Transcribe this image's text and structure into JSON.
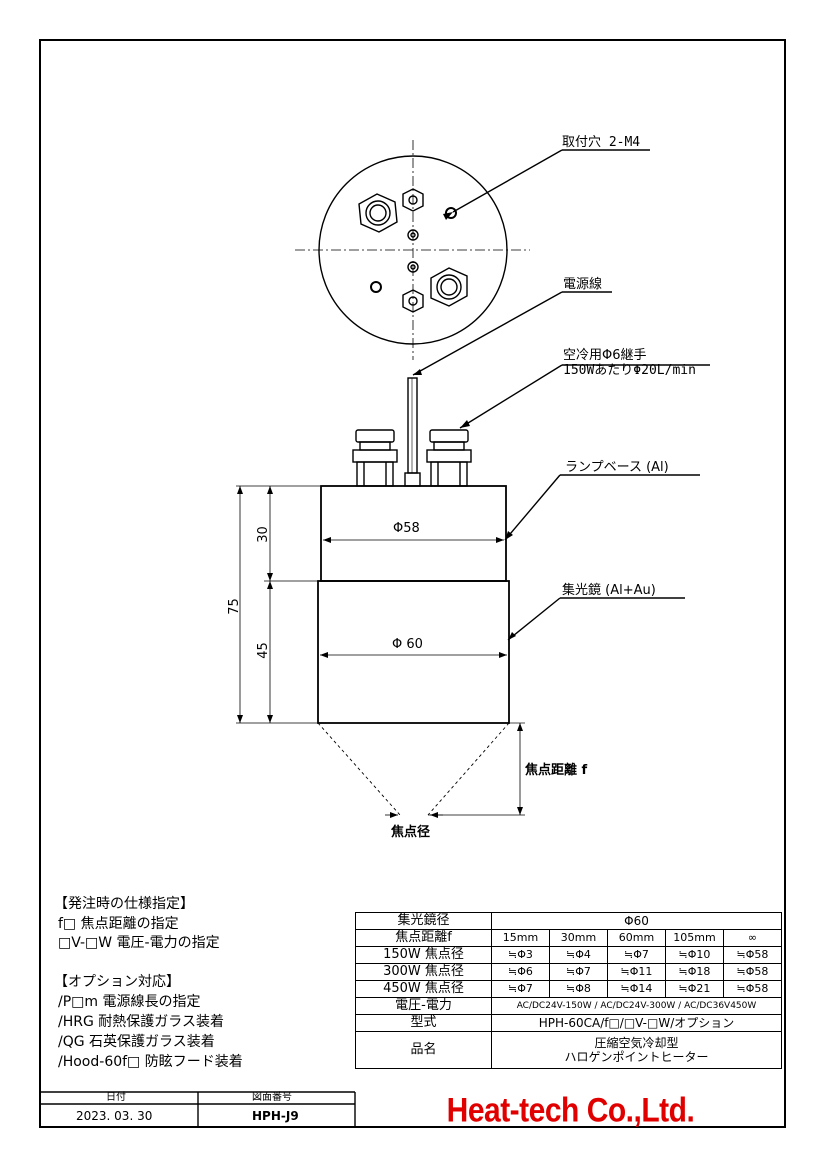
{
  "drawing_labels": {
    "mount_holes": "取付穴 2-M4",
    "power_cable": "電源線",
    "air_fitting_line1": "空冷用Φ6継手",
    "air_fitting_line2": "150WあたりΦ20L/min",
    "lamp_base": "ランプベース (Al)",
    "condenser": "集光鏡 (Al+Au)",
    "dia_58": "Φ58",
    "dia_60": "Φ 60",
    "dim_30": "30",
    "dim_45": "45",
    "dim_75": "75",
    "focal_distance": "焦点距離 f",
    "focal_diameter": "焦点径"
  },
  "order_notes": {
    "heading": "【発注時の仕様指定】",
    "line1": "f□ 焦点距離の指定",
    "line2": "□V-□W 電圧-電力の指定",
    "options_heading": "【オプション対応】",
    "opt1": "/P□m 電源線長の指定",
    "opt2": "/HRG 耐熱保護ガラス装着",
    "opt3": "/QG 石英保護ガラス装着",
    "opt4": "/Hood-60f□ 防眩フード装着"
  },
  "spec_table": {
    "mirror_label": "集光鏡径",
    "mirror_value": "Φ60",
    "focal_label": "焦点距離f",
    "focal_values": [
      "15mm",
      "30mm",
      "60mm",
      "105mm",
      "∞"
    ],
    "rows": [
      {
        "label": "150W 焦点径",
        "values": [
          "≒Φ3",
          "≒Φ4",
          "≒Φ7",
          "≒Φ10",
          "≒Φ58"
        ]
      },
      {
        "label": "300W 焦点径",
        "values": [
          "≒Φ6",
          "≒Φ7",
          "≒Φ11",
          "≒Φ18",
          "≒Φ58"
        ]
      },
      {
        "label": "450W 焦点径",
        "values": [
          "≒Φ7",
          "≒Φ8",
          "≒Φ14",
          "≒Φ21",
          "≒Φ58"
        ]
      }
    ],
    "voltage_label": "電圧-電力",
    "voltage_value": "AC/DC24V-150W / AC/DC24V-300W / AC/DC36V450W",
    "model_label": "型式",
    "model_value": "HPH-60CA/f□/□V-□W/オプション",
    "product_label": "品名",
    "product_line1": "圧縮空気冷却型",
    "product_line2": "ハロゲンポイントヒーター"
  },
  "title_block": {
    "date_label": "日付",
    "date_value": "2023. 03. 30",
    "drawing_no_label": "図面番号",
    "drawing_no_value": "HPH-J9",
    "company": "Heat-tech Co.,Ltd."
  },
  "colors": {
    "company_red": "#e00000",
    "line": "#000000"
  }
}
